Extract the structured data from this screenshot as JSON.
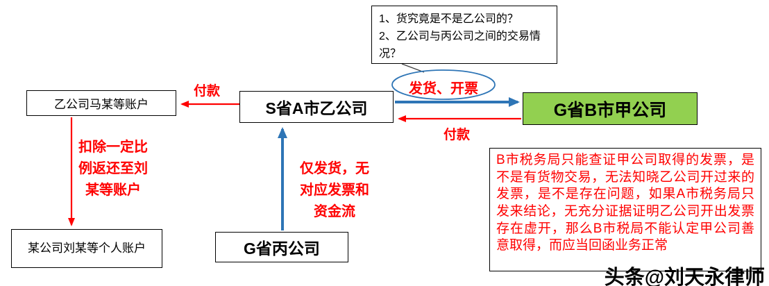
{
  "question_box": {
    "line1": "1、货究竟是不是乙公司的？",
    "line2": "2、乙公司与丙公司之间的交易情况？"
  },
  "boxes": {
    "yi_accounts": "乙公司马某等账户",
    "yi_company": "S省A市乙公司",
    "jia_company": "G省B市甲公司",
    "liu_accounts": "某公司刘某等个人账户",
    "bing_company": "G省丙公司"
  },
  "labels": {
    "payment_left": "付款",
    "payment_right": "付款",
    "ship_invoice": "发货、开票",
    "deduction": "扣除一定比例返还至刘某等账户",
    "ship_only": "仅发货，无对应发票和资金流"
  },
  "note": {
    "text": "B市税务局只能查证甲公司取得的发票，是不是有货物交易，无法知晓乙公司开过来的发票，是不是存在问题，如果A市税务局只发来结论，无充分证据证明乙公司开出发票存在虚开，那么B市税局不能认定甲公司善意取得，而应当回函业务正常"
  },
  "watermark": "头条@刘天永律师",
  "colors": {
    "red": "#FF0000",
    "blue": "#2E75B6",
    "green": "#92D050"
  }
}
